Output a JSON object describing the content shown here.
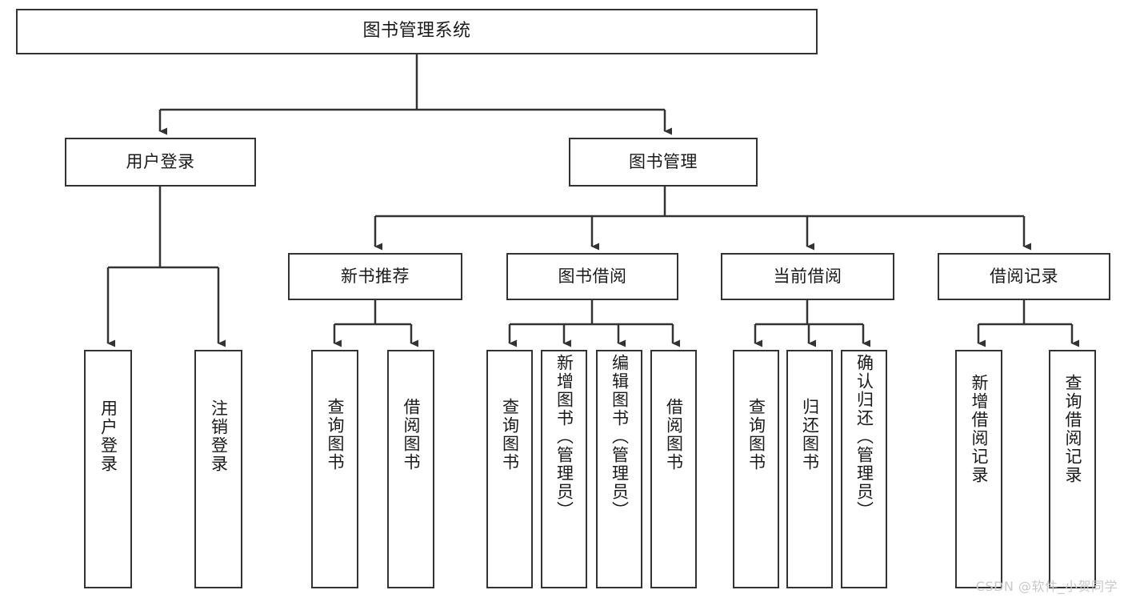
{
  "diagram": {
    "title": "图书管理系统",
    "type": "tree",
    "orientation": "top-down",
    "colors": {
      "box_border": "#333333",
      "box_fill": "#ffffff",
      "edge": "#333333",
      "text": "#1a1a1a",
      "watermark": "#c9c9c9",
      "background": "#ffffff"
    },
    "watermark": "CSDN @软件_小贺同学"
  },
  "nodes": {
    "root": {
      "label": "图书管理系统"
    },
    "level2": [
      {
        "id": "user-login",
        "label": "用户登录"
      },
      {
        "id": "book-manage",
        "label": "图书管理"
      }
    ],
    "level3": [
      {
        "id": "new-book-recommend",
        "label": "新书推荐"
      },
      {
        "id": "book-borrow",
        "label": "图书借阅"
      },
      {
        "id": "current-borrow",
        "label": "当前借阅"
      },
      {
        "id": "borrow-record",
        "label": "借阅记录"
      }
    ],
    "leaves": {
      "user_login": [
        {
          "id": "leaf-user-login",
          "label": "用户登录"
        },
        {
          "id": "leaf-logout",
          "label": "注销登录"
        }
      ],
      "new_book_recommend": [
        {
          "id": "leaf-query-book-1",
          "label": "查询图书"
        },
        {
          "id": "leaf-borrow-book-1",
          "label": "借阅图书"
        }
      ],
      "book_borrow": [
        {
          "id": "leaf-query-book-2",
          "label": "查询图书"
        },
        {
          "id": "leaf-add-book",
          "label": "新增图书（管理员）"
        },
        {
          "id": "leaf-edit-book",
          "label": "编辑图书（管理员）"
        },
        {
          "id": "leaf-borrow-book-2",
          "label": "借阅图书"
        }
      ],
      "current_borrow": [
        {
          "id": "leaf-query-book-3",
          "label": "查询图书"
        },
        {
          "id": "leaf-return-book",
          "label": "归还图书"
        },
        {
          "id": "leaf-confirm-return",
          "label": "确认归还（管理员）"
        }
      ],
      "borrow_record": [
        {
          "id": "leaf-add-record",
          "label": "新增借阅记录"
        },
        {
          "id": "leaf-query-record",
          "label": "查询借阅记录"
        }
      ]
    }
  }
}
